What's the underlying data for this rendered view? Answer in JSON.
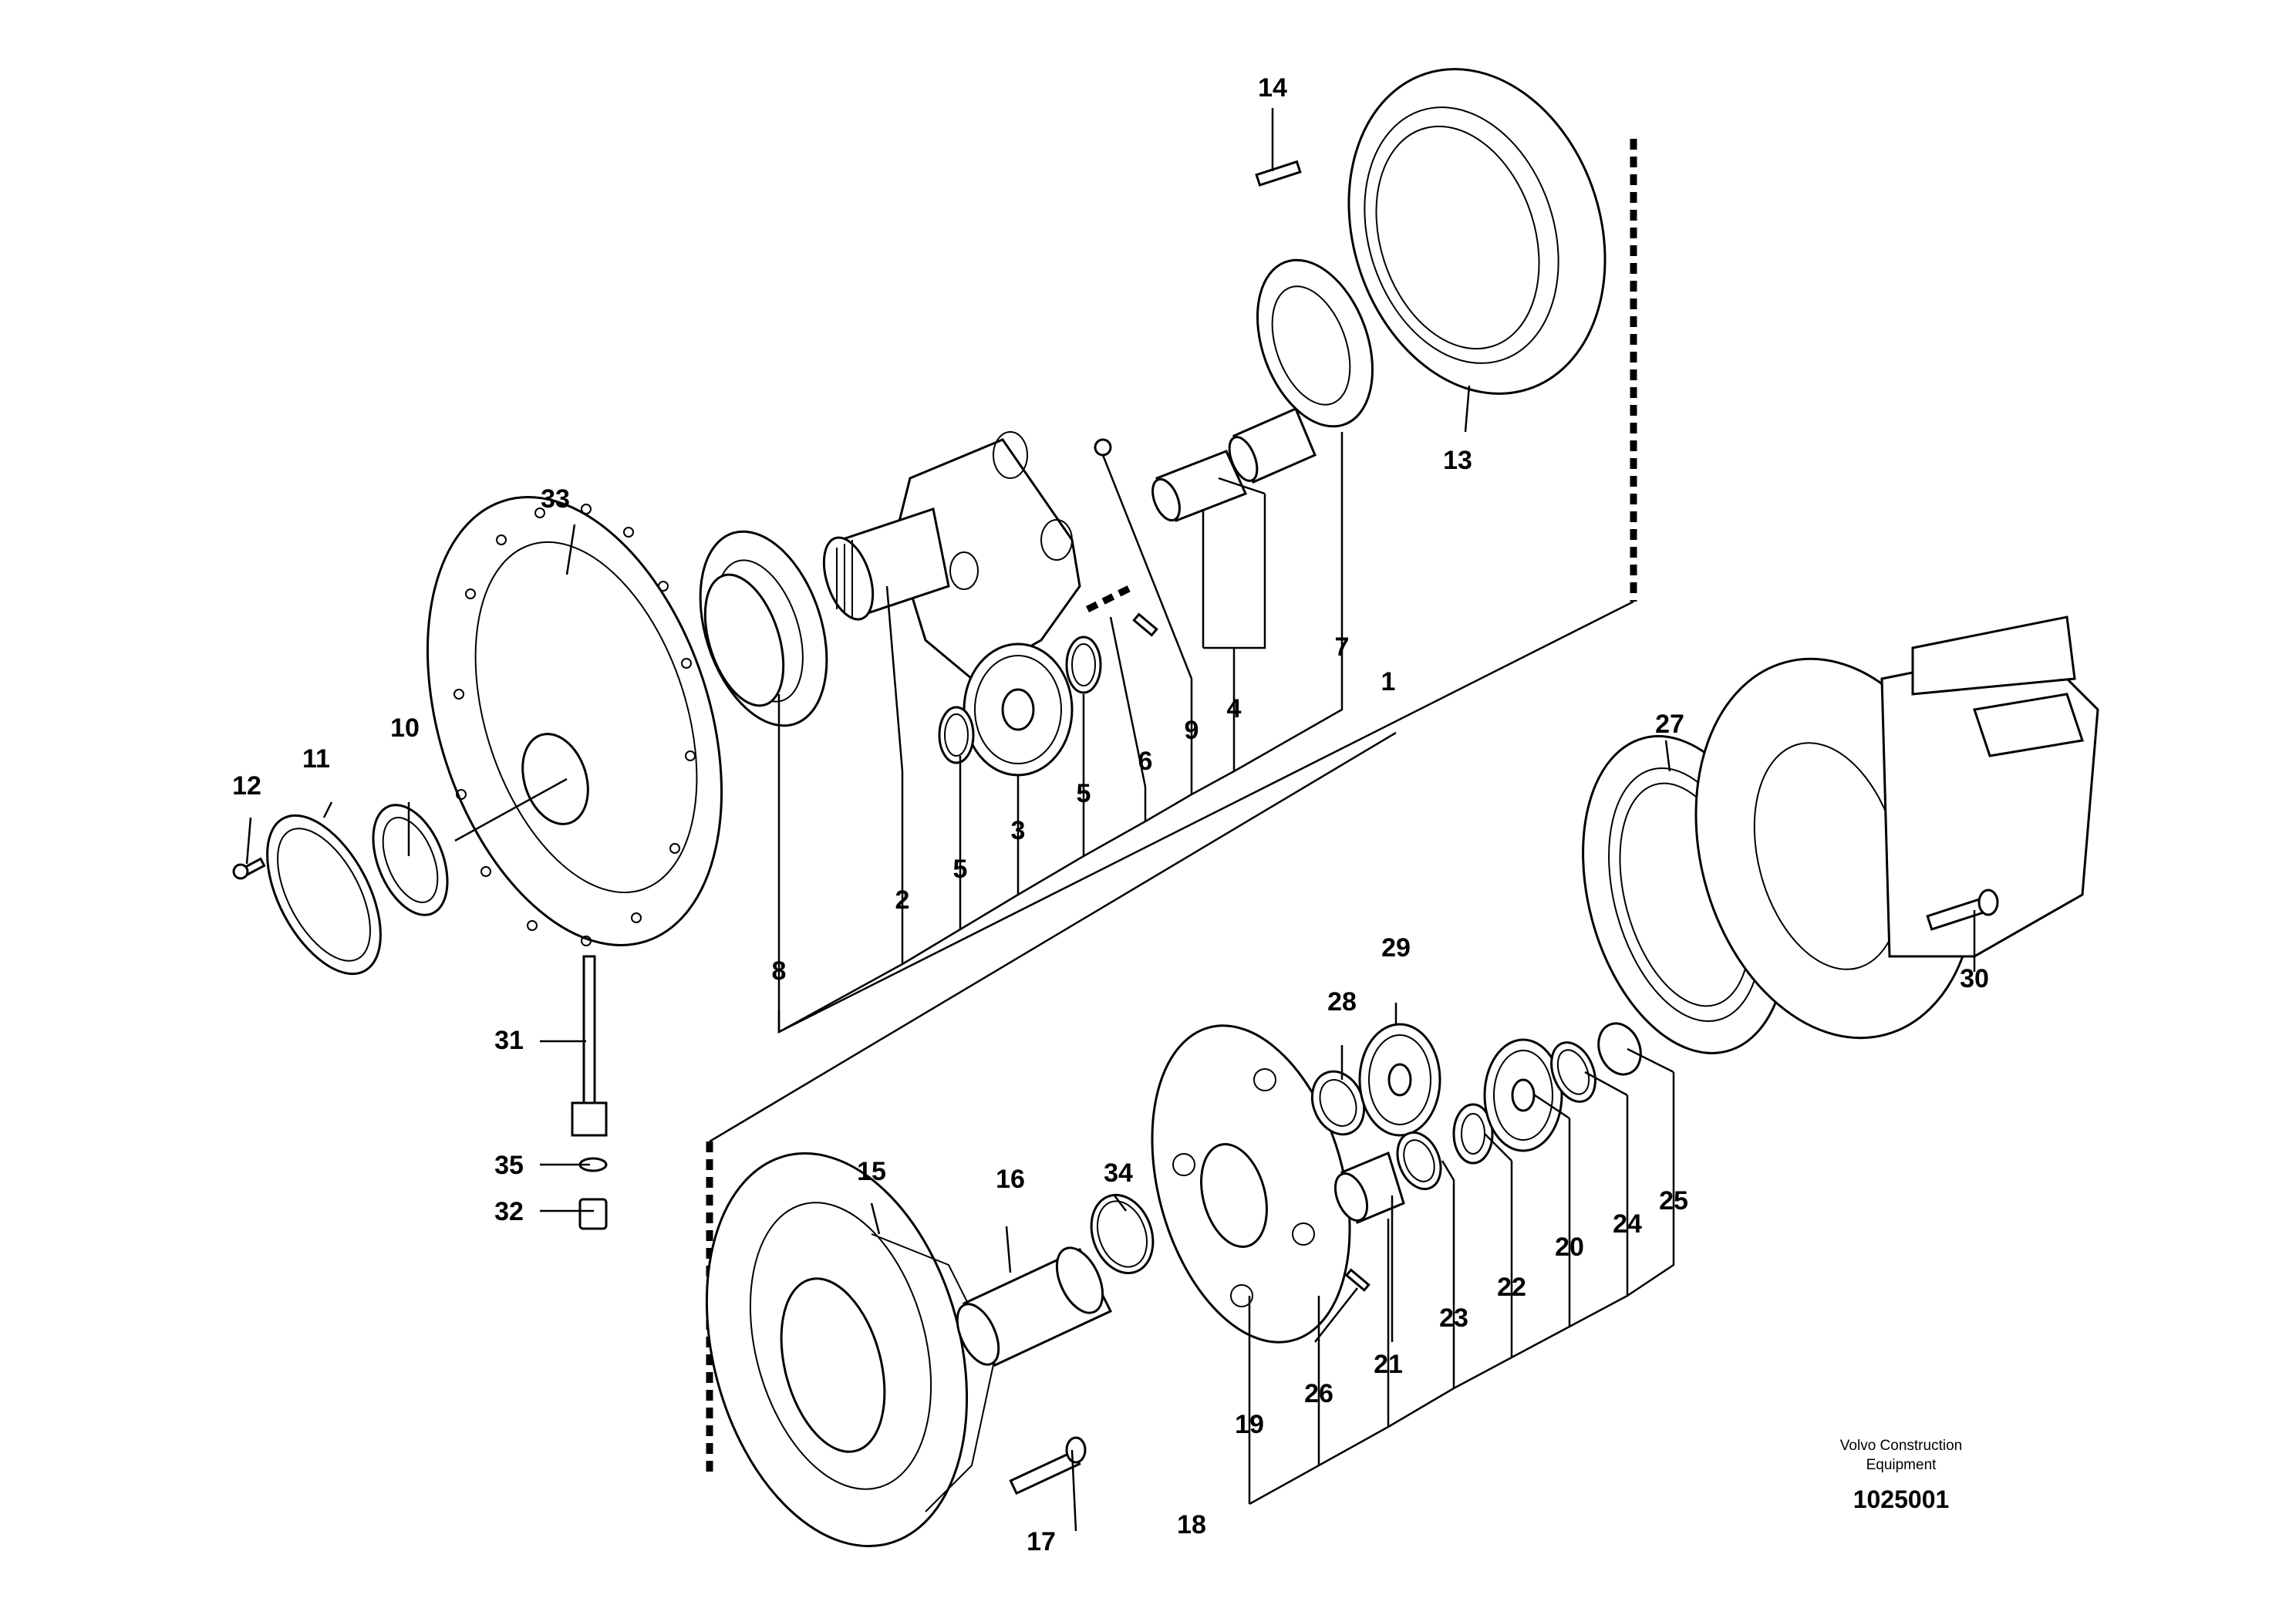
{
  "drawing": {
    "brand_line1": "Volvo Construction",
    "brand_line2": "Equipment",
    "drawing_number": "1025001"
  },
  "callouts": [
    "1",
    "2",
    "3",
    "4",
    "5",
    "6",
    "7",
    "8",
    "9",
    "10",
    "11",
    "12",
    "13",
    "14",
    "15",
    "16",
    "17",
    "18",
    "19",
    "20",
    "21",
    "22",
    "23",
    "24",
    "25",
    "26",
    "27",
    "28",
    "29",
    "30",
    "31",
    "32",
    "33",
    "34",
    "35"
  ],
  "labels": {
    "c1": "1",
    "c2": "2",
    "c3": "3",
    "c4": "4",
    "c5a": "5",
    "c5b": "5",
    "c6": "6",
    "c7": "7",
    "c8": "8",
    "c9": "9",
    "c10": "10",
    "c11": "11",
    "c12": "12",
    "c13": "13",
    "c14": "14",
    "c15": "15",
    "c16": "16",
    "c17": "17",
    "c18": "18",
    "c19": "19",
    "c20": "20",
    "c21": "21",
    "c22": "22",
    "c23": "23",
    "c24": "24",
    "c25": "25",
    "c26": "26",
    "c27": "27",
    "c28": "28",
    "c29": "29",
    "c30": "30",
    "c31": "31",
    "c32": "32",
    "c33": "33",
    "c34": "34",
    "c35": "35"
  },
  "icons": {
    "ring_gear": "ring-gear-icon",
    "bearing": "bearing-icon",
    "carrier": "planet-carrier-icon",
    "gear": "gear-icon",
    "motor": "hydraulic-motor-icon"
  }
}
